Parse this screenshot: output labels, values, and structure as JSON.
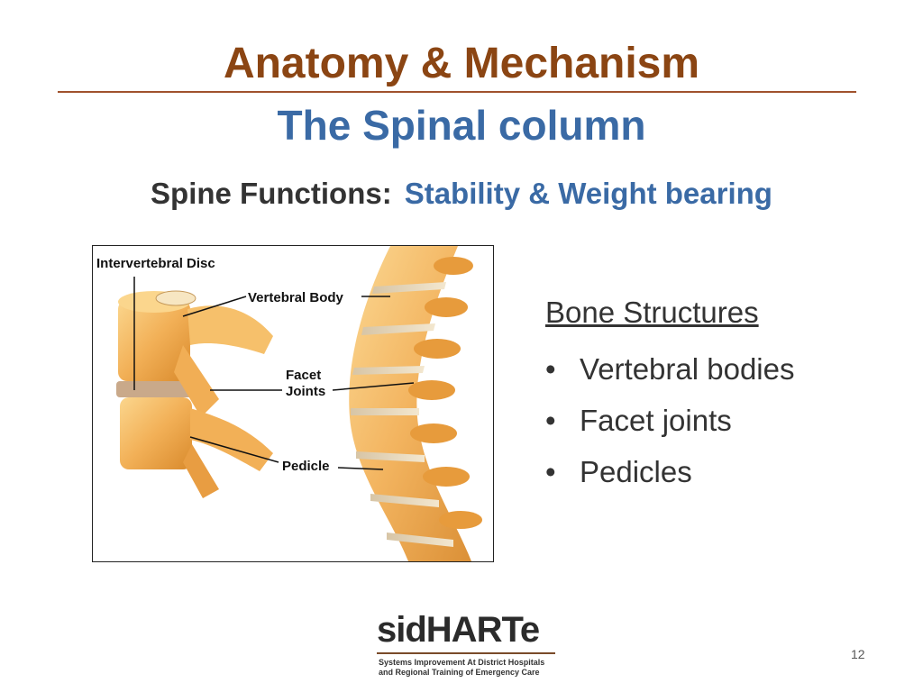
{
  "slide": {
    "title": "Anatomy & Mechanism",
    "subtitle": "The Spinal column",
    "functions_label": "Spine Functions:",
    "functions_value": "Stability & Weight bearing",
    "page_number": "12"
  },
  "figure": {
    "labels": {
      "intervertebral_disc": "Intervertebral Disc",
      "vertebral_body": "Vertebral Body",
      "facet_line1": "Facet",
      "facet_line2": "Joints",
      "pedicle": "Pedicle"
    }
  },
  "bullets": {
    "heading": "Bone Structures",
    "items": [
      "Vertebral bodies",
      "Facet joints",
      "Pedicles"
    ]
  },
  "logo": {
    "brand": "sidHARTe",
    "tagline_line1": "Systems Improvement At District Hospitals",
    "tagline_line2": "and Regional Training of Emergency Care"
  },
  "colors": {
    "title": "#8b4513",
    "subtitle": "#3a6aa5",
    "bone": "#f0b35a"
  }
}
